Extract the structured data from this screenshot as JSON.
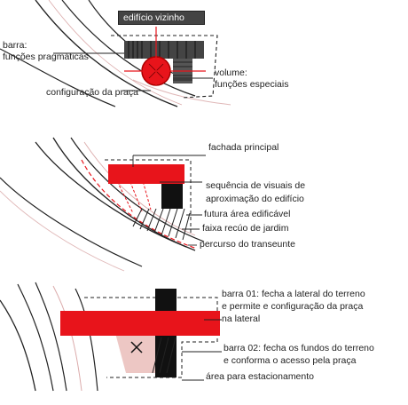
{
  "panel1": {
    "labels": {
      "edificio_vizinho": "edifício vizinho",
      "barra_line1": "barra:",
      "barra_line2": "funções pragmáticas",
      "volume_line1": "volume:",
      "volume_line2": "funções especiais",
      "configuracao": "configuração da praça"
    }
  },
  "panel2": {
    "labels": {
      "fachada": "fachada principal",
      "sequencia_line1": "sequência de visuais de",
      "sequencia_line2": "aproximação do edifício",
      "futura": "futura área edificável",
      "faixa": "faixa recúo de jardim",
      "percurso": "percurso do transeunte"
    }
  },
  "panel3": {
    "labels": {
      "barra01_line1": "barra 01: fecha a lateral do terreno",
      "barra01_line2": "e permite e configuração da praça",
      "barra01_line3": "na lateral",
      "barra02_line1": "barra 02: fecha os fundos do terreno",
      "barra02_line2": "e conforma o acesso pela praça",
      "estacionamento": "área para estacionamento"
    }
  },
  "colors": {
    "accent_red": "#e8141b",
    "ink": "#1a1a1a",
    "pink": "#e9b9b5"
  }
}
